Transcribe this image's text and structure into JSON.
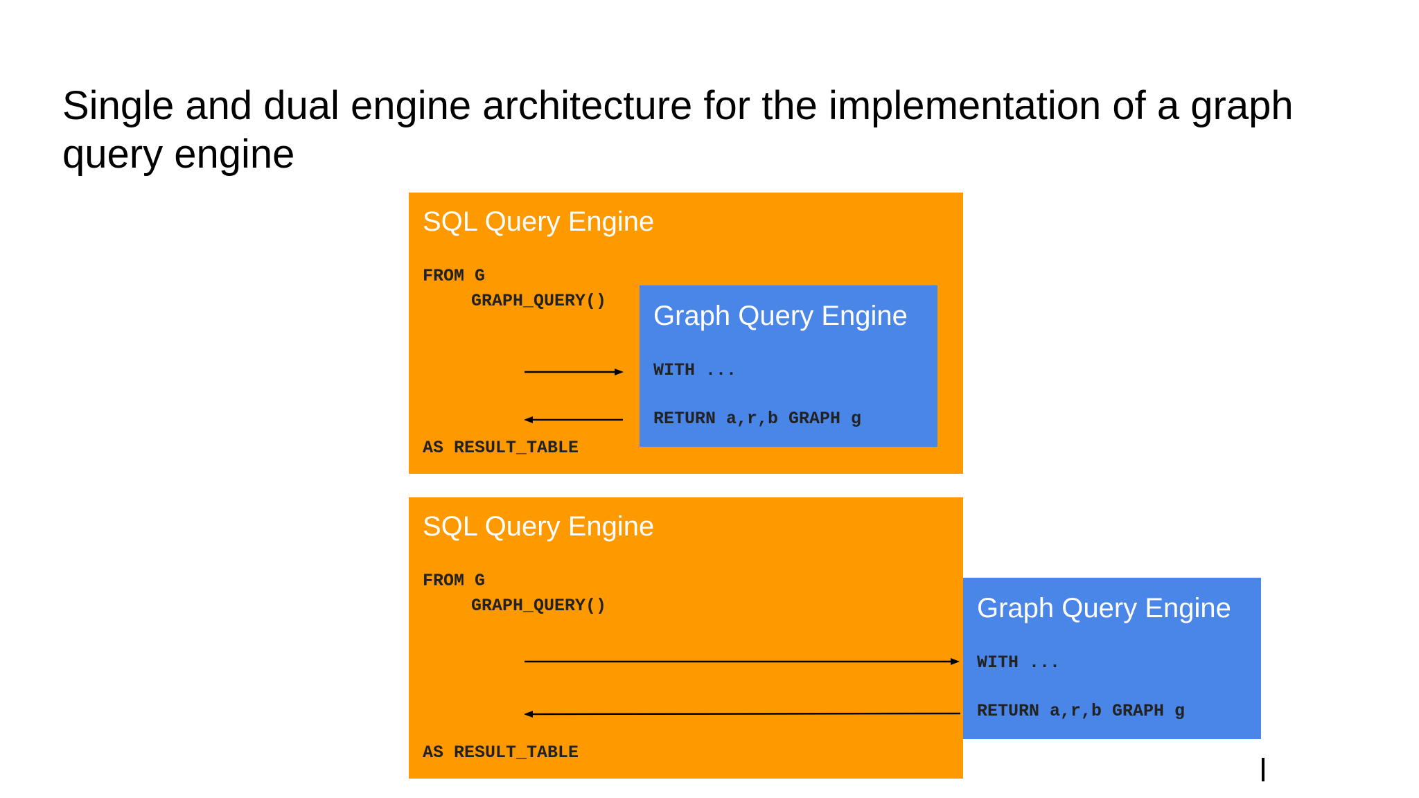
{
  "slide": {
    "title": "Single and dual engine architecture for the implementation of a graph query engine"
  },
  "single_engine": {
    "sql_engine": {
      "title": "SQL Query Engine",
      "code_from": "FROM G",
      "code_graph_query": "GRAPH_QUERY()",
      "code_as": "AS RESULT_TABLE"
    },
    "graph_engine": {
      "title": "Graph Query Engine",
      "code_with": "WITH ...",
      "code_return": "RETURN a,r,b GRAPH g"
    }
  },
  "dual_engine": {
    "sql_engine": {
      "title": "SQL Query Engine",
      "code_from": "FROM G",
      "code_graph_query": "GRAPH_QUERY()",
      "code_as": "AS RESULT_TABLE"
    },
    "graph_engine": {
      "title": "Graph Query Engine",
      "code_with": "WITH ...",
      "code_return": "RETURN a,r,b GRAPH g"
    }
  },
  "colors": {
    "sql_engine": "#ff9900",
    "graph_engine": "#4a86e8",
    "arrow": "#000000"
  }
}
